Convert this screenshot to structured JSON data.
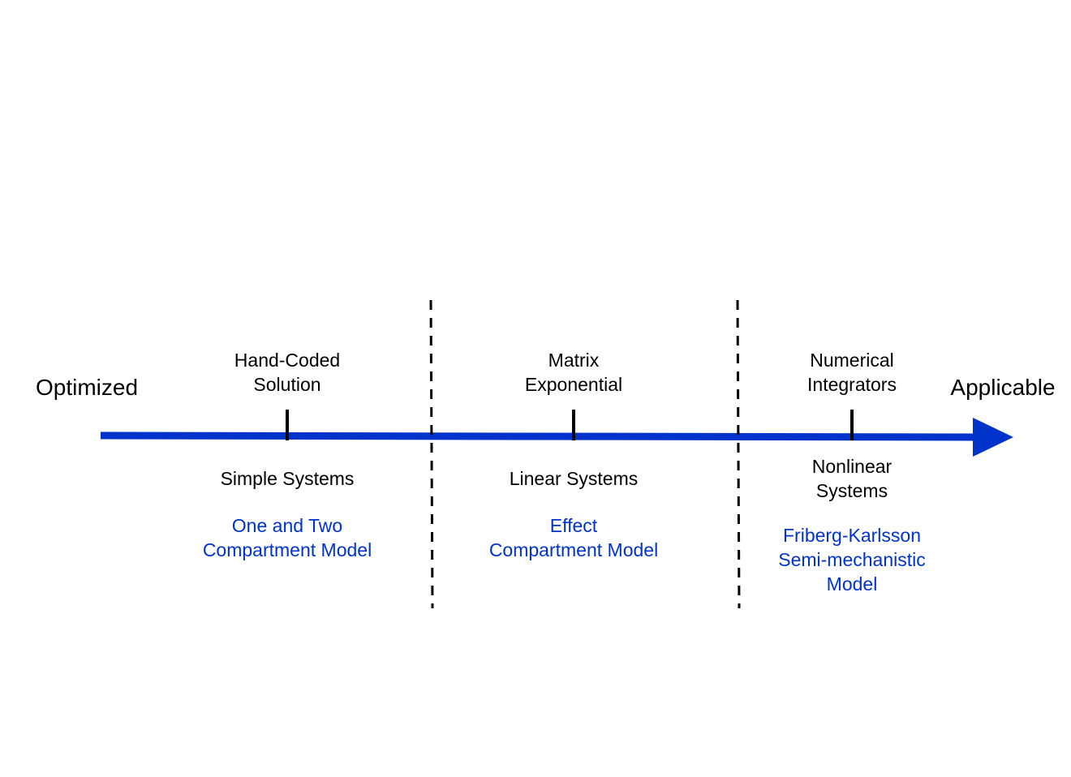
{
  "axis": {
    "left_label": "Optimized",
    "right_label": "Applicable",
    "color": "#0033cc"
  },
  "columns": [
    {
      "method": [
        "Hand-Coded",
        "Solution"
      ],
      "system": [
        "Simple Systems"
      ],
      "model": [
        "One and Two",
        "Compartment Model"
      ]
    },
    {
      "method": [
        "Matrix",
        "Exponential"
      ],
      "system": [
        "Linear Systems"
      ],
      "model": [
        "Effect",
        "Compartment Model"
      ]
    },
    {
      "method": [
        "Numerical",
        "Integrators"
      ],
      "system": [
        "Nonlinear",
        "Systems"
      ],
      "model": [
        "Friberg-Karlsson",
        "Semi-mechanistic",
        "Model"
      ]
    }
  ],
  "colors": {
    "text": "#000000",
    "model_text": "#0033cc",
    "tick": "#000000",
    "divider": "#000000"
  }
}
